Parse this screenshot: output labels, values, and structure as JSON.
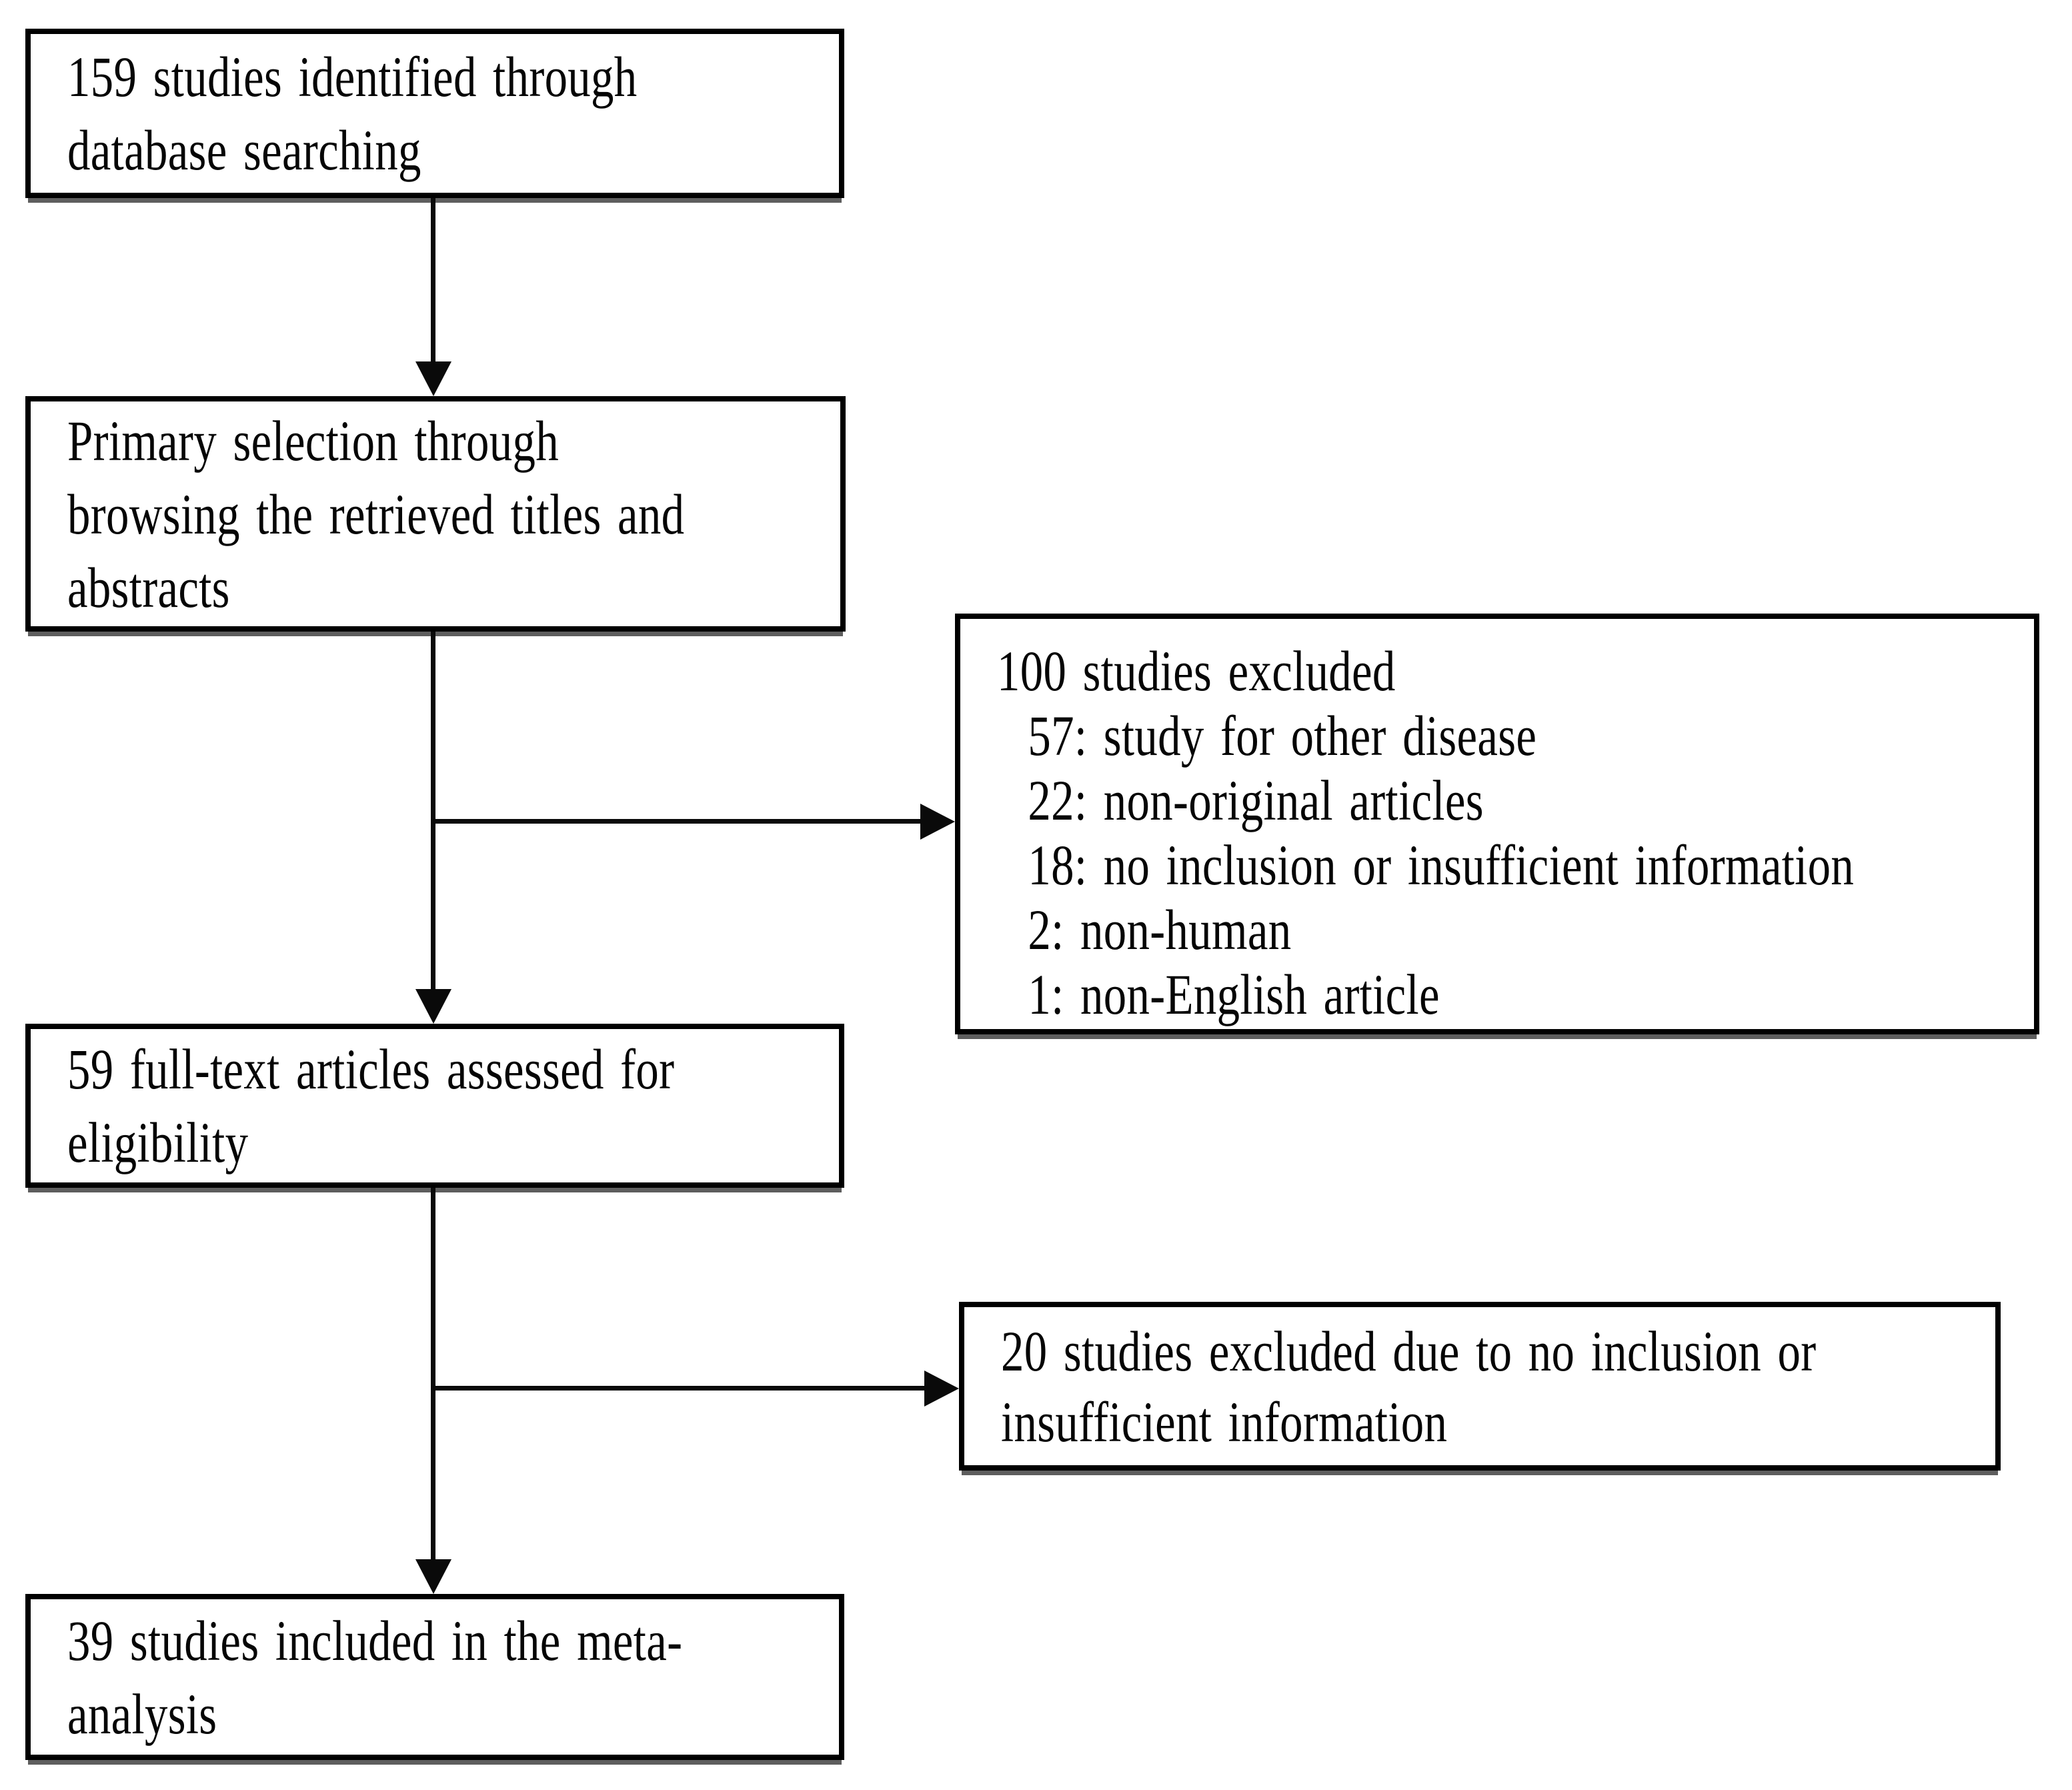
{
  "figure": {
    "type": "prisma-flowchart",
    "background_color": "#ffffff",
    "line_color": "#000000",
    "text_color": "#050505"
  },
  "boxes": {
    "identified": {
      "lines": [
        "159 studies identified through",
        "database searching"
      ]
    },
    "primary_selection": {
      "lines": [
        "Primary selection through",
        "browsing the retrieved titles and",
        "abstracts"
      ]
    },
    "excluded_primary": {
      "header": "100 studies excluded",
      "items": [
        "57: study for other disease",
        "22: non-original articles",
        "18: no inclusion or insufficient information",
        "2: non-human",
        "1: non-English article"
      ]
    },
    "fulltext_assessed": {
      "lines": [
        "59 full-text articles assessed for",
        "eligibility"
      ]
    },
    "excluded_fulltext": {
      "lines": [
        "20 studies excluded due to no inclusion or",
        "insufficient information"
      ]
    },
    "included": {
      "lines": [
        "39 studies included in the meta-",
        "analysis"
      ]
    }
  }
}
